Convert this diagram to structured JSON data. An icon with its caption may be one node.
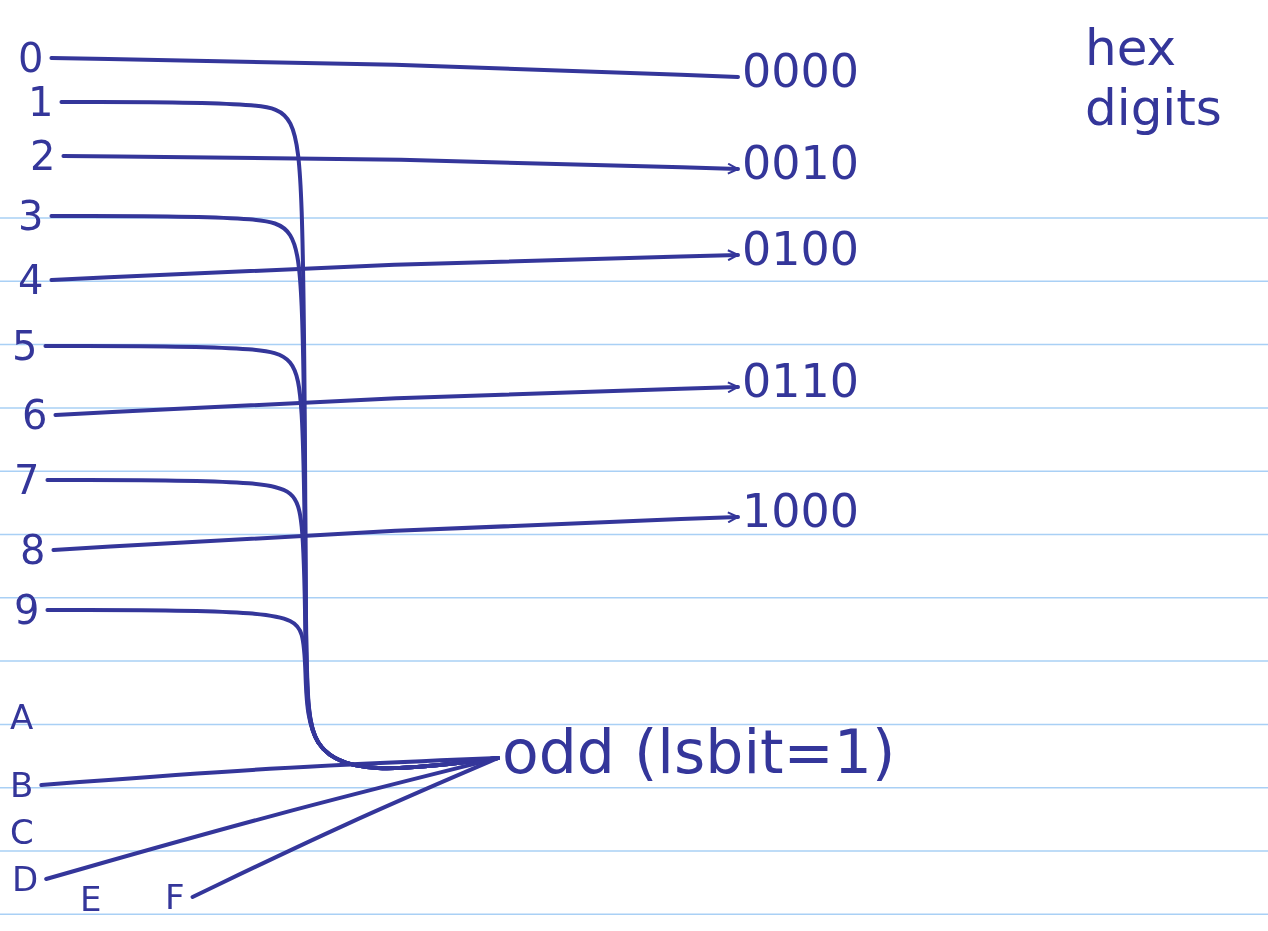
{
  "diagram": {
    "nodes": [
      {
        "text": [
          "0"
        ]
      },
      {
        "text": [
          "1"
        ]
      },
      {
        "text": [
          "2"
        ]
      },
      {
        "text": [
          "3"
        ]
      },
      {
        "text": [
          "4"
        ]
      },
      {
        "text": [
          "5"
        ]
      },
      {
        "text": [
          "6"
        ]
      },
      {
        "text": [
          "7"
        ]
      },
      {
        "text": [
          "8"
        ]
      },
      {
        "text": [
          "9"
        ]
      },
      {
        "text": [
          "A"
        ]
      },
      {
        "text": [
          "B"
        ]
      },
      {
        "text": [
          "C"
        ]
      },
      {
        "text": [
          "D"
        ]
      },
      {
        "text": [
          "E"
        ]
      },
      {
        "text": [
          "F"
        ]
      },
      {
        "text": [
          "0000"
        ]
      },
      {
        "text": [
          "0010"
        ]
      },
      {
        "text": [
          "0100"
        ]
      },
      {
        "text": [
          "0110"
        ]
      },
      {
        "text": [
          "1000"
        ]
      },
      {
        "text": [
          "odd (lsbit=1)"
        ]
      }
    ],
    "edges": [
      {
        "from": 0,
        "to": 16,
        "arrow": "none"
      },
      {
        "from": 2,
        "to": 17,
        "arrow": "to"
      },
      {
        "from": 4,
        "to": 18,
        "arrow": "to"
      },
      {
        "from": 6,
        "to": 19,
        "arrow": "to"
      },
      {
        "from": 8,
        "to": 20,
        "arrow": "to"
      },
      {
        "from": 1,
        "to": 21,
        "arrow": "none"
      },
      {
        "from": 3,
        "to": 21,
        "arrow": "none"
      },
      {
        "from": 5,
        "to": 21,
        "arrow": "none"
      },
      {
        "from": 7,
        "to": 21,
        "arrow": "none"
      },
      {
        "from": 9,
        "to": 21,
        "arrow": "none"
      },
      {
        "from": 11,
        "to": 21,
        "arrow": "none"
      },
      {
        "from": 13,
        "to": 21,
        "arrow": "none"
      },
      {
        "from": 15,
        "to": 21,
        "arrow": "none"
      }
    ],
    "labels": [
      "hex digits"
    ]
  }
}
